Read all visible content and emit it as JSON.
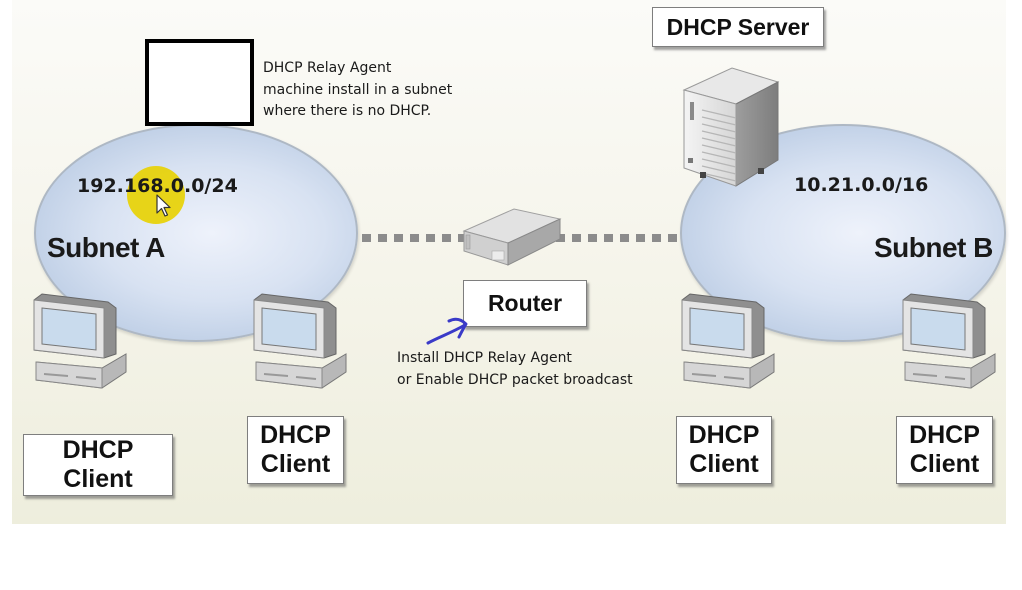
{
  "diagram": {
    "title": "DHCP Relay Agent network diagram",
    "colors": {
      "subnet_fill": "#d8e2f2",
      "subnet_border": "#aeb8c4",
      "background": "#f6f5ec",
      "cursor_highlight": "#e8d200",
      "annotation_arrow": "#3a3ac8",
      "link_dash": "#8c8c8c"
    },
    "subnet_a": {
      "name": "Subnet A",
      "network": "192.168.0.0/24"
    },
    "subnet_b": {
      "name": "Subnet B",
      "network": "10.21.0.0/16"
    },
    "server": {
      "label": "DHCP Server",
      "icon": "server-tower-icon"
    },
    "router": {
      "label": "Router",
      "icon": "router-icon"
    },
    "clients": [
      {
        "line1": "DHCP",
        "line2": "Client",
        "subnet": "A"
      },
      {
        "line1": "DHCP",
        "line2": "Client",
        "subnet": "A"
      },
      {
        "line1": "DHCP",
        "line2": "Client",
        "subnet": "B"
      },
      {
        "line1": "DHCP",
        "line2": "Client",
        "subnet": "B"
      }
    ],
    "annotations": {
      "relay_agent_note": [
        "DHCP Relay Agent",
        "machine install in a subnet",
        "where there is no DHCP."
      ],
      "router_note": [
        "Install DHCP Relay Agent",
        "or Enable DHCP packet broadcast"
      ]
    },
    "cursor": "mouse-pointer-icon"
  }
}
